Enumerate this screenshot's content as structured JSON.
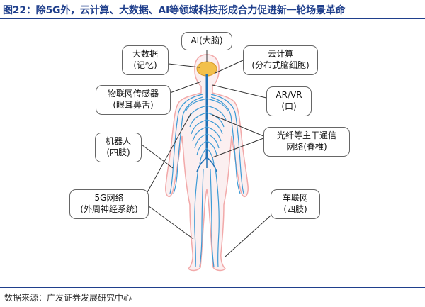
{
  "header": {
    "title": "图22：除5G外，云计算、大数据、AI等领域科技形成合力促进新一轮场景革命"
  },
  "footer": {
    "source": "数据来源：广发证券发展研究中心"
  },
  "diagram": {
    "labels": {
      "ai": {
        "line1": "AI(大脑)"
      },
      "bigdata": {
        "line1": "大数据",
        "line2": "(记忆)"
      },
      "cloud": {
        "line1": "云计算",
        "line2": "(分布式脑细胞)"
      },
      "iot": {
        "line1": "物联网传感器",
        "line2": "(眼耳鼻舌)"
      },
      "arvr": {
        "line1": "AR/VR",
        "line2": "(口)"
      },
      "fiber": {
        "line1": "光纤等主干通信",
        "line2": "网络(脊椎)"
      },
      "robot": {
        "line1": "机器人",
        "line2": "(四肢)"
      },
      "g5": {
        "line1": "5G网络",
        "line2": "(外周神经系统)"
      },
      "vehicle": {
        "line1": "车联网",
        "line2": "(四肢)"
      }
    },
    "colors": {
      "nerve": "#3d9bd6",
      "nerve_light": "#8cc8ec",
      "spine": "#1f6fb5",
      "brain": "#f2c04c",
      "skin_outline": "#f2a9a9",
      "title_blue": "#1f3f8c"
    }
  }
}
